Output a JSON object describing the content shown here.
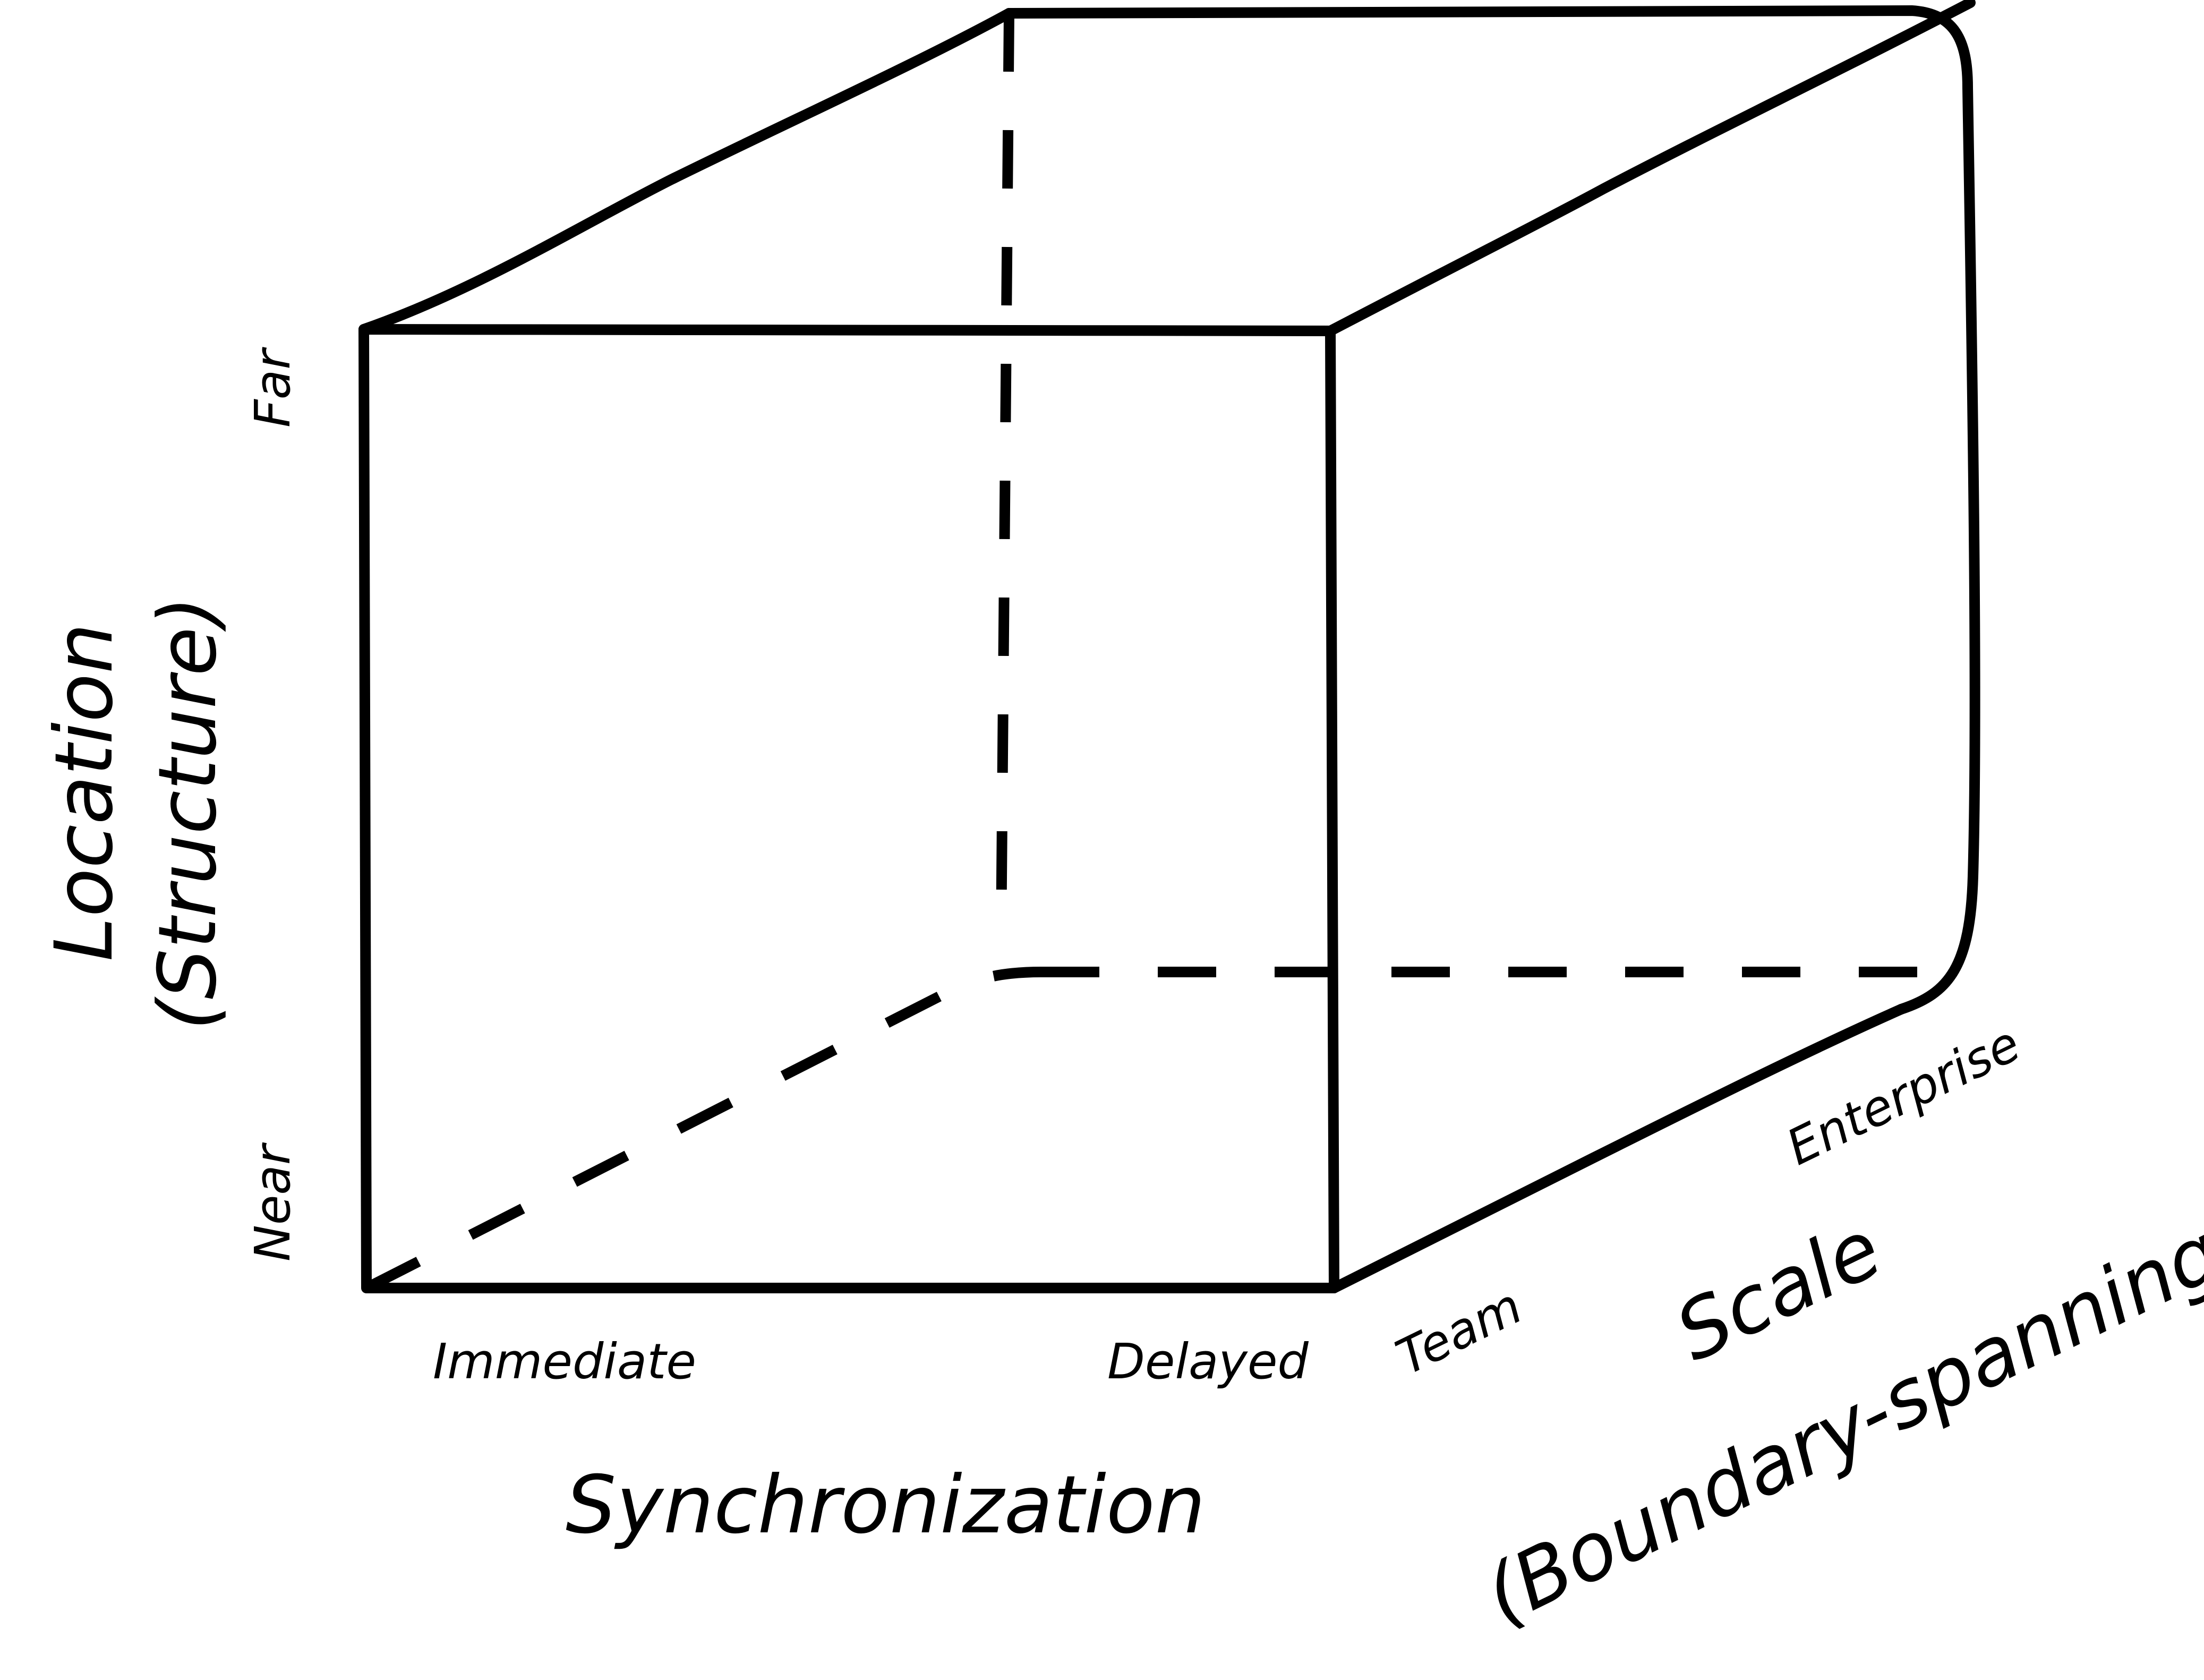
{
  "axes": {
    "location": {
      "title_line1": "Location",
      "title_line2": "(Structure)",
      "low": "Near",
      "high": "Far"
    },
    "synchronization": {
      "title": "Synchronization",
      "low": "Immediate",
      "high": "Delayed"
    },
    "scale": {
      "title_line1": "Scale",
      "title_line2": "(Boundary-spanning)",
      "low": "Team",
      "high": "Enterprise"
    }
  },
  "colors": {
    "stroke": "#000000",
    "background": "#ffffff"
  }
}
